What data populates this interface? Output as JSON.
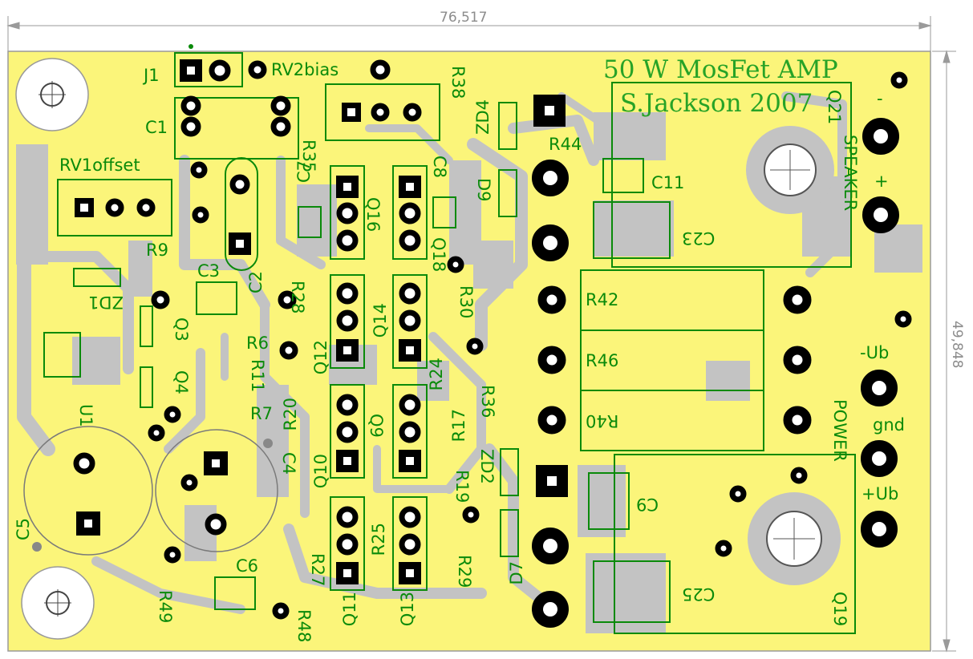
{
  "dimensions": {
    "width": "76,517",
    "height": "49,848"
  },
  "title": {
    "line1": "50 W MosFet AMP",
    "line2": "S.Jackson 2007"
  },
  "labels": {
    "J1": "J1",
    "RV2bias": "RV2bias",
    "R38": "R38",
    "ZD4": "ZD4",
    "R44": "R44",
    "Q21": "Q21",
    "SPEAKER": "SPEAKER",
    "minus": "-",
    "plus": "+",
    "C1": "C1",
    "R35": "R35",
    "C7": "C7",
    "C8": "C8",
    "D9": "D9",
    "C11": "C11",
    "RV1offset": "RV1offset",
    "Q16": "Q16",
    "C23": "C23",
    "Q18": "Q18",
    "R9": "R9",
    "C3": "C3",
    "C2": "C2",
    "R28": "R28",
    "R30": "R30",
    "R42": "R42",
    "ZD1": "ZD1",
    "Q3": "Q3",
    "Q14": "Q14",
    "R6": "R6",
    "Q12": "Q12",
    "R46": "R46",
    "R11": "R11",
    "R24": "R24",
    "Ub_minus": "-Ub",
    "Q4": "Q4",
    "R36": "R36",
    "R7": "R7",
    "R20": "R20",
    "Q9": "Q9",
    "R17": "R17",
    "R40": "R40",
    "POWER": "POWER",
    "gnd": "gnd",
    "U1": "U1",
    "C4": "C4",
    "Q10": "Q10",
    "ZD2": "ZD2",
    "R19": "R19",
    "C9": "C9",
    "Ub_plus": "+Ub",
    "C5": "C5",
    "R25": "R25",
    "D7": "D7",
    "C6": "C6",
    "R27": "R27",
    "R29": "R29",
    "C25": "C25",
    "R49": "R49",
    "Q11": "Q11",
    "Q13": "Q13",
    "R48": "R48",
    "Q19": "Q19"
  },
  "colors": {
    "board": "#fbf57a",
    "copper_gray": "#c3c3c3",
    "silkscreen": "#0a8a0a",
    "title": "#27a327",
    "pad": "#000000",
    "dimension": "#8c8c8c"
  }
}
